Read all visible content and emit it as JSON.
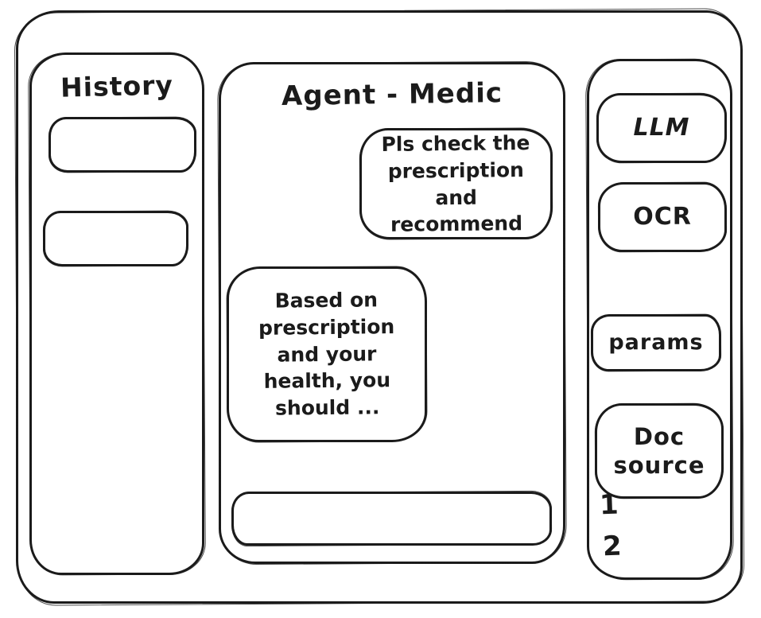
{
  "colors": {
    "background": "#ffffff",
    "stroke": "#1b1b1b"
  },
  "history_panel": {
    "title": "History",
    "items": [
      {
        "label": ""
      },
      {
        "label": ""
      }
    ]
  },
  "chat_panel": {
    "title": "Agent - Medic",
    "messages": [
      {
        "role": "user",
        "text": "Pls check the prescription and recommend"
      },
      {
        "role": "assistant",
        "text": "Based on prescription and your health, you should ..."
      }
    ],
    "input": {
      "value": ""
    }
  },
  "tools_panel": {
    "buttons": [
      {
        "label": "LLM"
      },
      {
        "label": "OCR"
      },
      {
        "label": "params"
      },
      {
        "label": "Doc source"
      }
    ],
    "doc_source_numbers": [
      "1",
      "2"
    ]
  }
}
